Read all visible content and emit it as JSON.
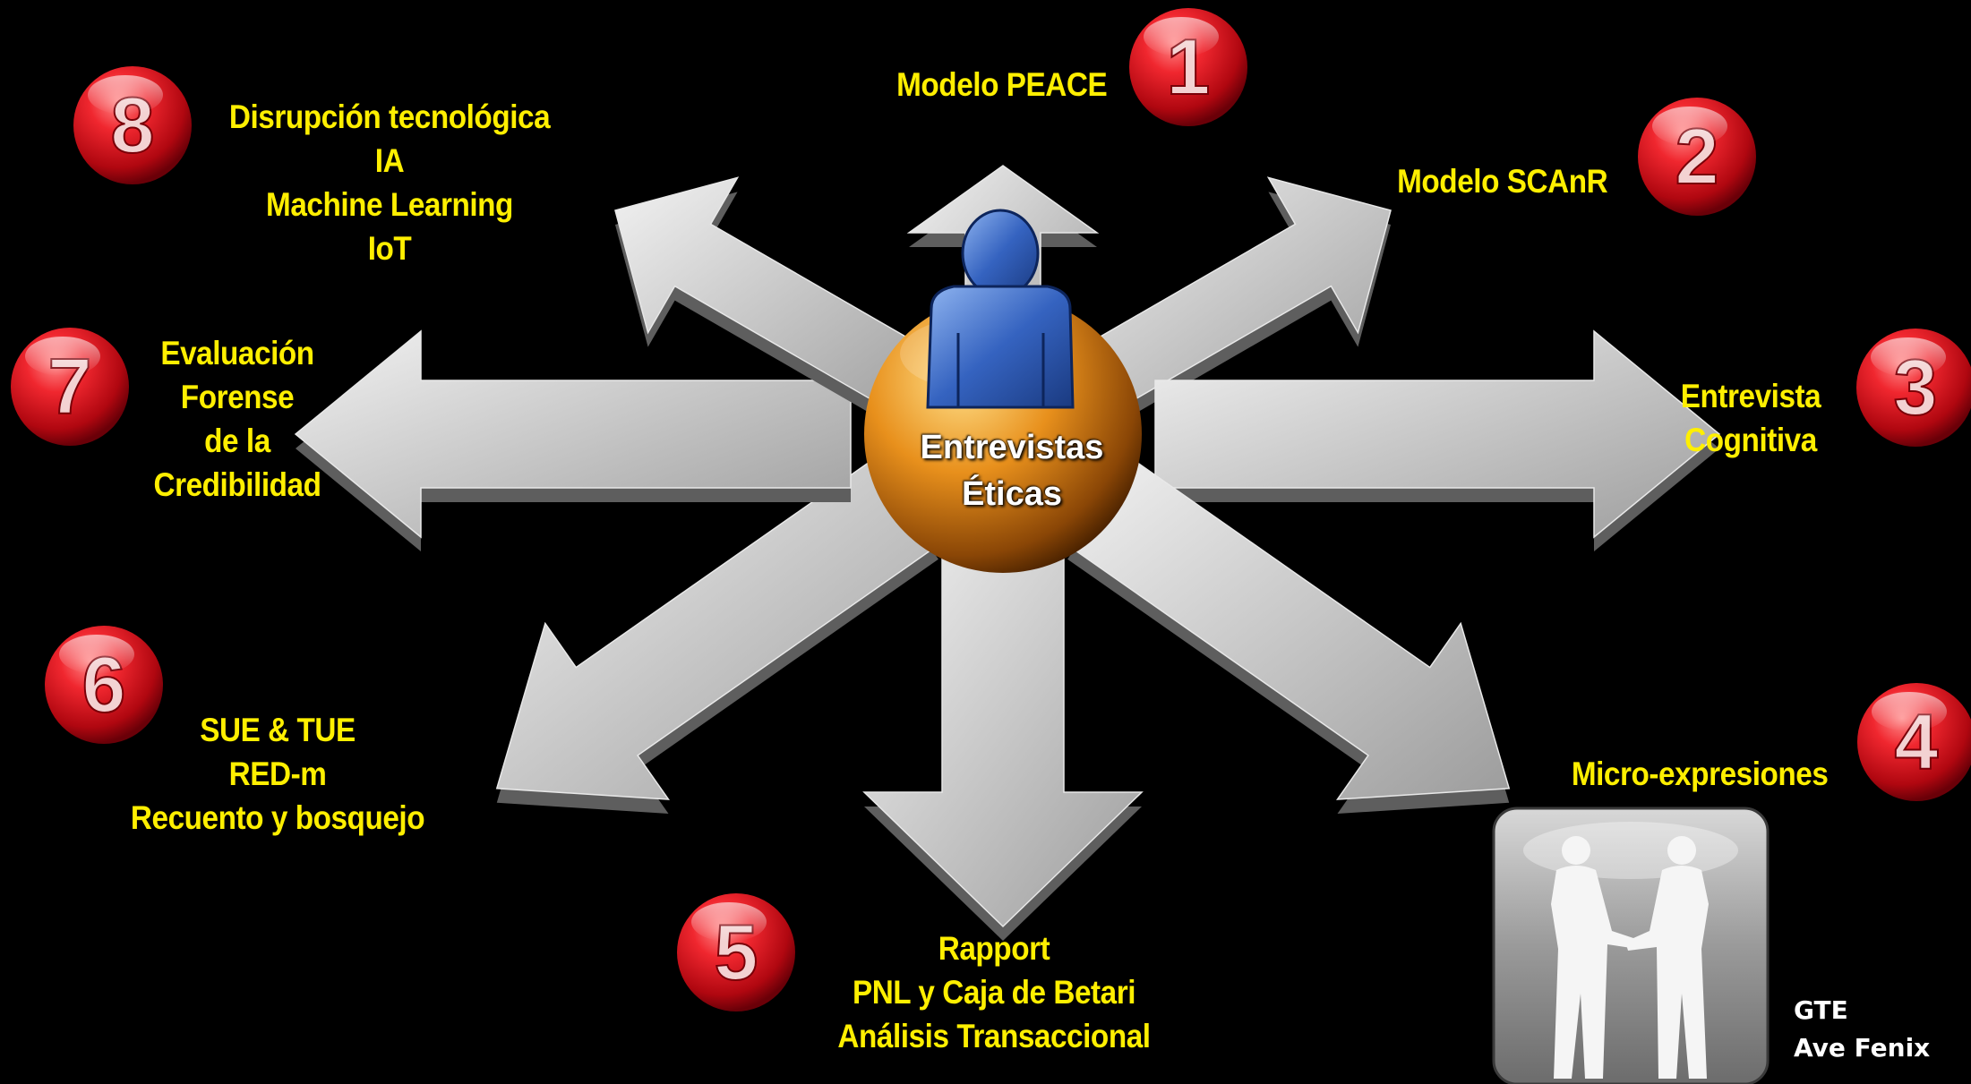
{
  "hub": {
    "label_line1": "Entrevistas",
    "label_line2": "Éticas",
    "person_icon": "person-icon"
  },
  "items": [
    {
      "num": "1",
      "lines": [
        "Modelo PEACE"
      ]
    },
    {
      "num": "2",
      "lines": [
        "Modelo SCAnR"
      ]
    },
    {
      "num": "3",
      "lines": [
        "Entrevista",
        "Cognitiva"
      ]
    },
    {
      "num": "4",
      "lines": [
        "Micro-expresiones"
      ]
    },
    {
      "num": "5",
      "lines": [
        "Rapport",
        "PNL y Caja de Betari",
        "Análisis Transaccional"
      ]
    },
    {
      "num": "6",
      "lines": [
        "SUE & TUE",
        "RED-m",
        "Recuento y bosquejo"
      ]
    },
    {
      "num": "7",
      "lines": [
        "Evaluación",
        "Forense",
        "de la",
        "Credibilidad"
      ]
    },
    {
      "num": "8",
      "lines": [
        "Disrupción tecnológica",
        "IA",
        "Machine Learning",
        "IoT"
      ]
    }
  ],
  "handshake_icon": "handshake-icon",
  "credit": {
    "line1": "GTE",
    "line2": "Ave Fenix"
  },
  "colors": {
    "label": "#ffef00",
    "badge": "#d8121c",
    "hub": "#e08a1a",
    "arrow": "#cfcfcf",
    "person": "#2f5db5"
  }
}
